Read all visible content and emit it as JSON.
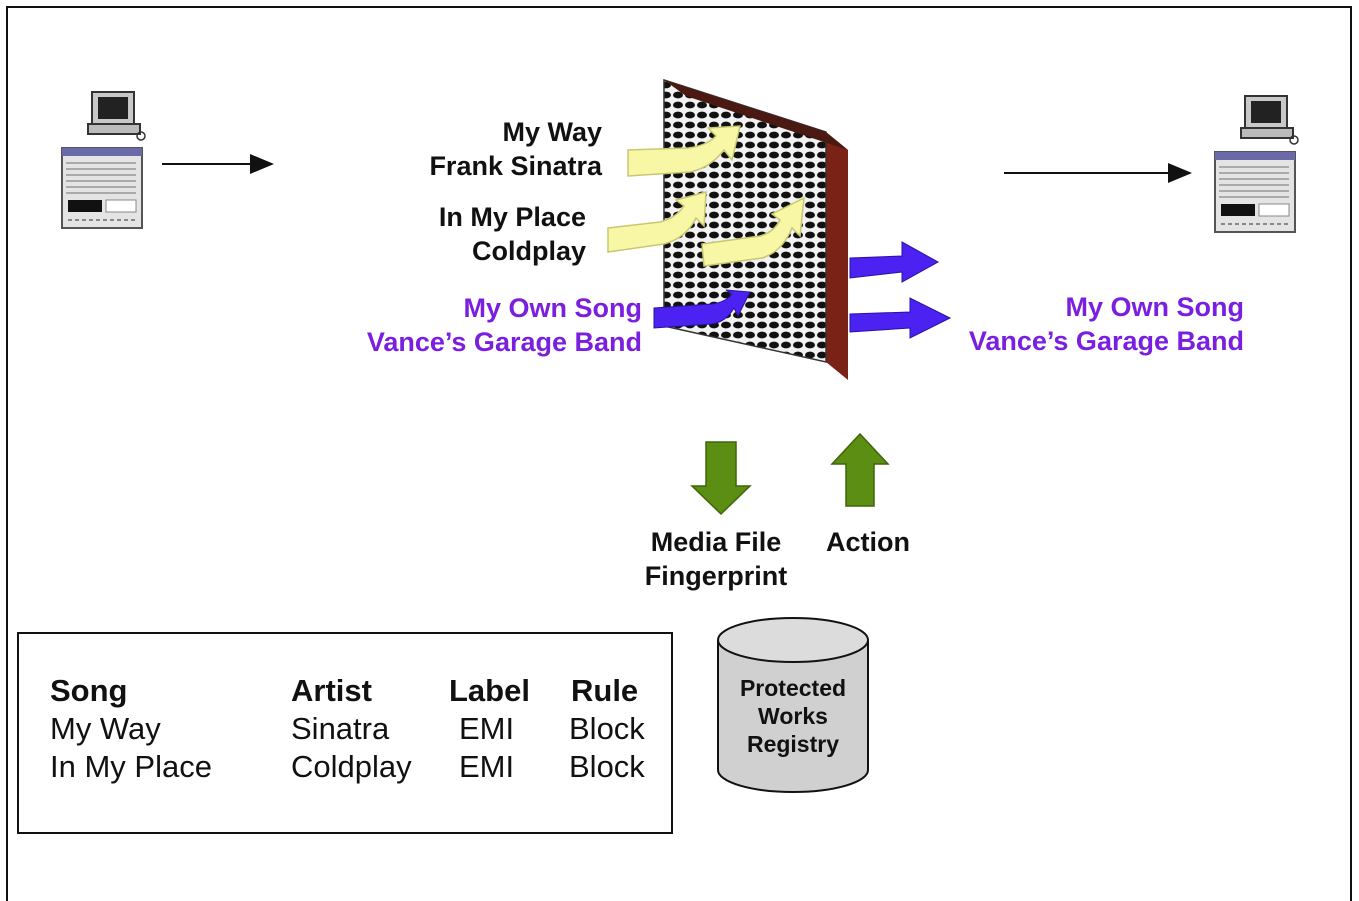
{
  "flow": {
    "incoming_songs": [
      {
        "title": "My Way",
        "artist": "Frank Sinatra"
      },
      {
        "title": "In My Place",
        "artist": "Coldplay"
      },
      {
        "title": "My Own Song",
        "artist": "Vance’s Garage Band"
      }
    ],
    "outgoing_song": {
      "title": "My Own Song",
      "artist": "Vance’s Garage Band"
    }
  },
  "registry_link": {
    "down_label_1": "Media File",
    "down_label_2": "Fingerprint",
    "up_label": "Action"
  },
  "registry": {
    "line1": "Protected",
    "line2": "Works",
    "line3": "Registry"
  },
  "rules_table": {
    "headers": [
      "Song",
      "Artist",
      "Label",
      "Rule"
    ],
    "rows": [
      [
        "My Way",
        "Sinatra",
        "EMI",
        "Block"
      ],
      [
        "In My Place",
        "Coldplay",
        "EMI",
        "Block"
      ]
    ]
  },
  "colors": {
    "blocked_arrow": "#f7f7a6",
    "allowed_arrow": "#4b22f2",
    "allowed_text": "#7a1fe0",
    "registry_arrow": "#5b8e12",
    "wall_edge": "#7a2216"
  }
}
